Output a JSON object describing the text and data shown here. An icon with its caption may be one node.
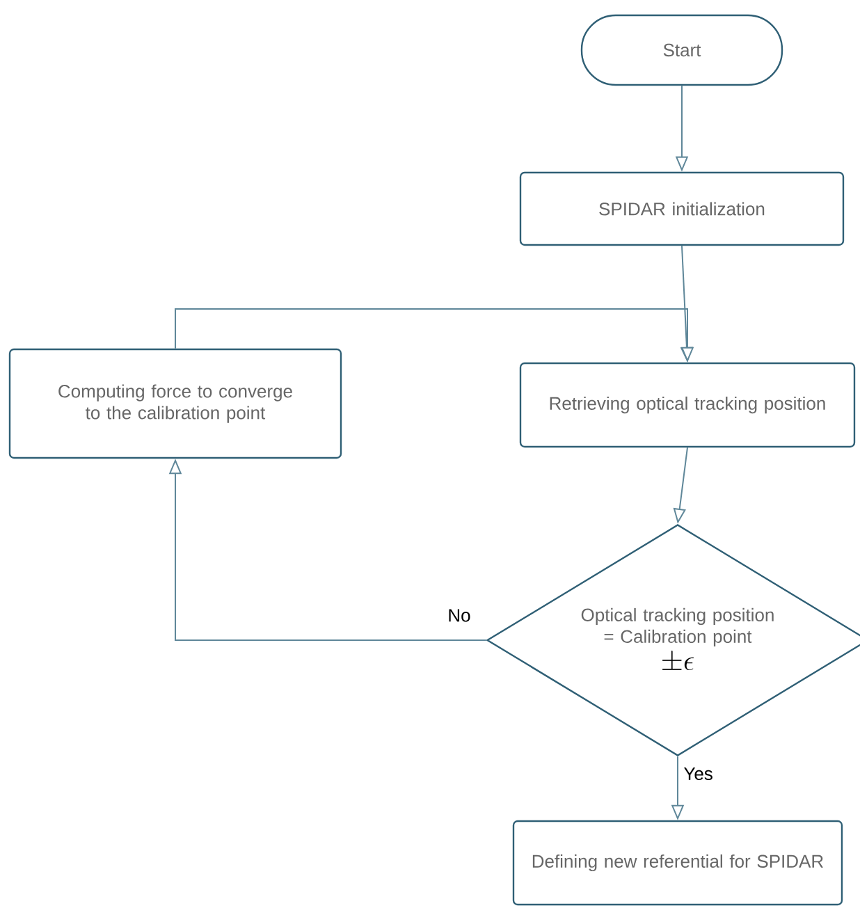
{
  "diagram": {
    "nodes": [
      {
        "text": [
          "Start"
        ]
      },
      {
        "text": [
          "SPIDAR initialization"
        ]
      },
      {
        "text": [
          "Computing force to converge to the calibration point"
        ]
      },
      {
        "text": [
          "Retrieving optical tracking position"
        ]
      },
      {
        "text": [
          "Optical tracking position = Calibration point",
          "\\pm\\epsilon"
        ]
      },
      {
        "text": [
          "Defining new referential for SPIDAR"
        ]
      }
    ],
    "edges": [
      {
        "from": 0,
        "to": 1,
        "arrow": "to"
      },
      {
        "from": 1,
        "to": 3,
        "arrow": "to"
      },
      {
        "from": 3,
        "to": 4,
        "arrow": "to"
      },
      {
        "from": 4,
        "to": 2,
        "arrow": "to",
        "label": "No"
      },
      {
        "from": 2,
        "to": 3,
        "arrow": "to"
      },
      {
        "from": 4,
        "to": 5,
        "arrow": "to",
        "label": "Yes"
      }
    ]
  }
}
